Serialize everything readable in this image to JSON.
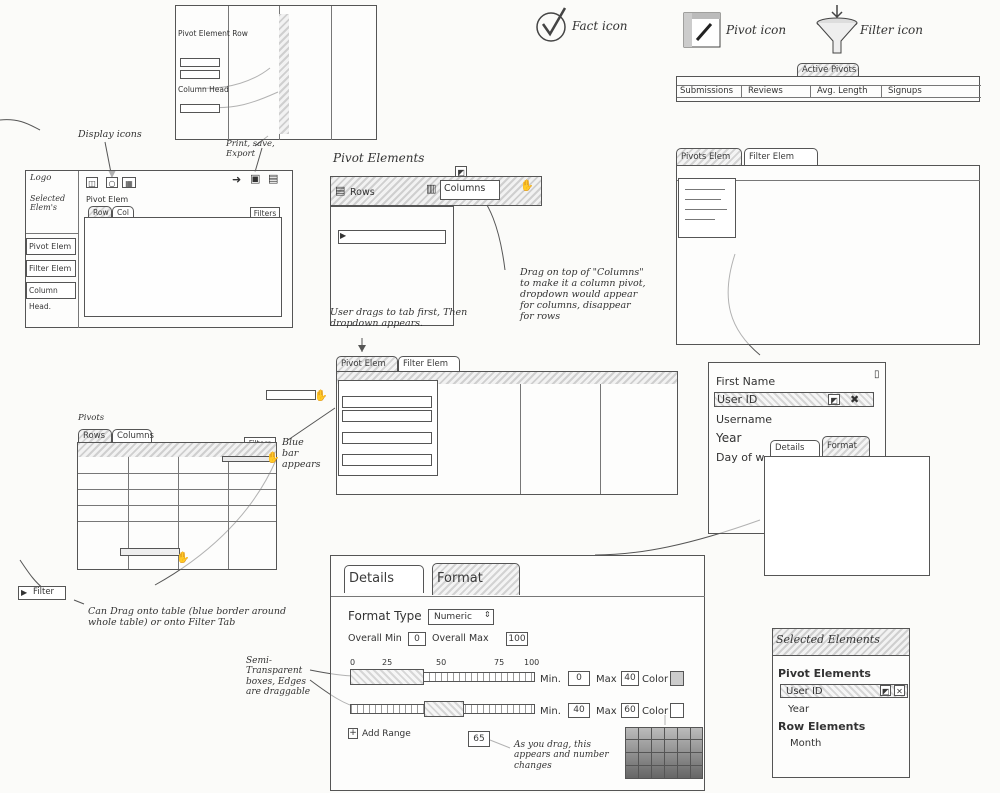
{
  "top_sketch": {
    "pivot_element_row": "Pivot Element Row",
    "column_head": "Column Head",
    "print_save_export": "Print, save, Export"
  },
  "icons_legend": {
    "fact_icon": "Fact icon",
    "pivot_icon": "Pivot icon",
    "filter_icon": "Filter icon"
  },
  "active_pivots": {
    "title": "Active Pivots",
    "tabs": [
      "Submissions",
      "Reviews",
      "Avg. Length",
      "Signups"
    ]
  },
  "main_sketch": {
    "display_icons_note": "Display icons",
    "logo": "Logo",
    "selected_elem": "Selected Elem's",
    "pivot_elem_title": "Pivot Elem",
    "row_tab": "Row",
    "col_tab": "Col",
    "filters_btn": "Filters",
    "sidebar_items": [
      "Pivot Elem",
      "Filter Elem",
      "Column Head."
    ]
  },
  "pivot_elements_sketch": {
    "title": "Pivot Elements",
    "rows": "Rows",
    "columns": "Columns",
    "drag_note": "Drag on top of \"Columns\" to make it a column pivot, dropdown would appear for columns, disappear for rows"
  },
  "right_tabs_sketch": {
    "pivots_elem": "Pivots Elem",
    "filter_elem": "Filter Elem"
  },
  "drag_sketch": {
    "note": "User drags to tab first, Then dropdown appears.",
    "pivot_elem": "Pivot Elem",
    "filter_elem": "Filter Elem"
  },
  "pivots_table_sketch": {
    "title": "Pivots",
    "rows_tab": "Rows",
    "columns_tab": "Columns",
    "filters": "Filters",
    "blue_bar_note": "Blue bar appears",
    "filter_chip": "Filter",
    "drag_note": "Can Drag onto table (blue border around whole table) or onto Filter Tab"
  },
  "field_list_sketch": {
    "items": [
      "First Name",
      "User ID",
      "Username",
      "Year",
      "Day of w"
    ],
    "details_tab": "Details",
    "format_tab": "Format"
  },
  "format_panel": {
    "details_tab": "Details",
    "format_tab": "Format",
    "format_type_label": "Format Type",
    "format_type_value": "Numeric",
    "overall_min_label": "Overall Min",
    "overall_min_value": "0",
    "overall_max_label": "Overall Max",
    "overall_max_value": "100",
    "scale_ticks": [
      "0",
      "25",
      "50",
      "75",
      "100"
    ],
    "ranges": [
      {
        "min_label": "Min.",
        "min": "0",
        "max_label": "Max",
        "max": "40",
        "color_label": "Color"
      },
      {
        "min_label": "Min.",
        "min": "40",
        "max_label": "Max",
        "max": "60",
        "color_label": "Color"
      }
    ],
    "add_range": "Add Range",
    "drag_value": "65",
    "semi_note": "Semi-Transparent boxes, Edges are draggable",
    "drag_note": "As you drag, this appears and number changes"
  },
  "selected_elements": {
    "title": "Selected Elements",
    "pivot_heading": "Pivot Elements",
    "pivot_items": [
      "User ID",
      "Year"
    ],
    "row_heading": "Row Elements",
    "row_items": [
      "Month"
    ]
  }
}
